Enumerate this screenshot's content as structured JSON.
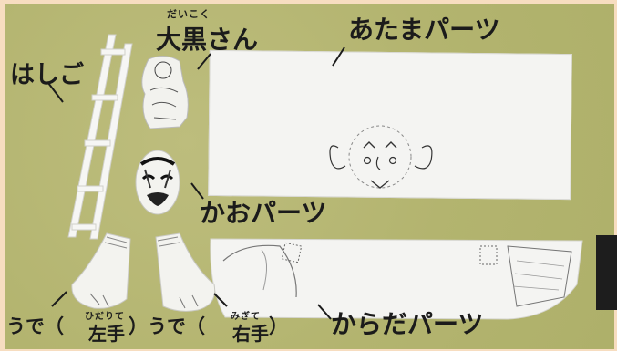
{
  "labels": {
    "ladder": "はしご",
    "daikoku_ruby": "だいこく",
    "daikoku": "大黒さん",
    "head_parts": "あたまパーツ",
    "face_parts": "かおパーツ",
    "arm_left_prefix": "うで（",
    "arm_left_ruby": "ひだりて",
    "arm_left": "左手",
    "arm_right_prefix": "）うで（",
    "arm_right_ruby": "みぎて",
    "arm_right": "右手",
    "arm_right_suffix": "）",
    "body_parts": "からだパーツ"
  },
  "colors": {
    "frame": "#f7ddc0",
    "background": "#b6b773",
    "paper": "#f4f4f2",
    "ink": "#1b1b1b"
  }
}
